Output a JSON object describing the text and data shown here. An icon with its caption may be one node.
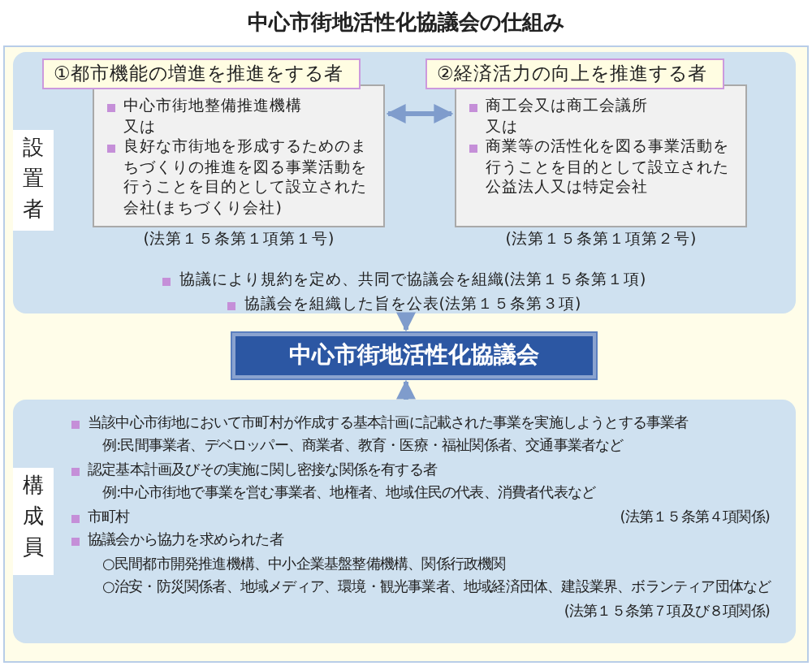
{
  "diagram": {
    "title": "中心市街地活性化協議会の仕組み",
    "nodes": [
      {
        "text": [
          "設置者",
          "協議により規約を定め、共同で協議会を組織(法第１５条第１項)",
          "協議会を組織した旨を公表(法第１５条第３項)"
        ]
      },
      {
        "text": [
          "①都市機能の増進を推進をする者",
          "中心市街地整備推進機構",
          "又は",
          "良好な市街地を形成するためのまちづくりの推進を図る事業活動を行うことを目的として設立された会社(まちづくり会社)"
        ],
        "in": 0,
        "beside": [
          "(法第１５条第１項第１号)"
        ]
      },
      {
        "text": [
          "②経済活力の向上を推進する者",
          "商工会又は商工会議所",
          "又は",
          "商業等の活性化を図る事業活動を行うことを目的として設立された公益法人又は特定会社"
        ],
        "in": 0,
        "beside": [
          "(法第１５条第１項第２号)"
        ]
      },
      {
        "text": [
          "中心市街地活性化協議会"
        ]
      },
      {
        "text": [
          "構成員",
          "当該中心市街地において市町村が作成する基本計画に記載された事業を実施しようとする事業者",
          "例:民間事業者、デベロッパー、商業者、教育・医療・福祉関係者、交通事業者など",
          "認定基本計画及びその実施に関し密接な関係を有する者",
          "例:中心市街地で事業を営む事業者、地権者、地域住民の代表、消費者代表など",
          "市町村",
          "(法第１５条第４項関係)",
          "協議会から協力を求められた者",
          "○民間都市開発推進機構、中小企業基盤整備機構、関係行政機関",
          "○治安・防災関係者、地域メディア、環境・観光事業者、地域経済団体、建設業界、ボランティア団体など",
          "(法第１５条第７項及び８項関係)"
        ]
      }
    ],
    "edges": [
      {
        "from": 1,
        "to": 2,
        "arrow": "both"
      },
      {
        "from": 0,
        "to": 3,
        "arrow": "to"
      },
      {
        "from": 4,
        "to": 3,
        "arrow": "to"
      }
    ]
  }
}
